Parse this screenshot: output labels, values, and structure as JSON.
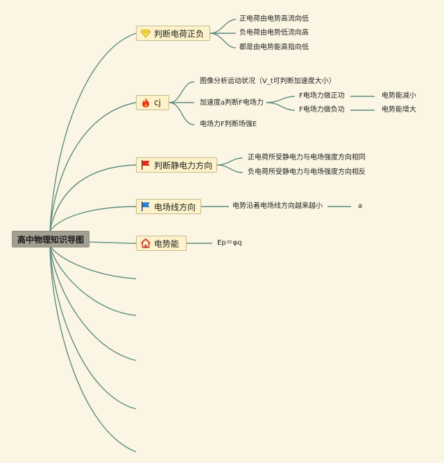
{
  "root": {
    "label": "高中物理知识导图"
  },
  "topics": [
    {
      "label": "判断电荷正负",
      "icon": "diamond-icon",
      "children": [
        {
          "label": "正电荷由电势高流向低"
        },
        {
          "label": "负电荷由电势低流向高"
        },
        {
          "label": "都是由电势能高指向低"
        }
      ]
    },
    {
      "label": "cj",
      "icon": "fire-icon",
      "children": [
        {
          "label": "图像分析运动状况（V_t可判断加速度大小）"
        },
        {
          "label": "加速度a判断F电场力",
          "children": [
            {
              "label": "F电场力做正功",
              "children": [
                {
                  "label": "电势能减小"
                }
              ]
            },
            {
              "label": "F电场力做负功",
              "children": [
                {
                  "label": "电势能增大"
                }
              ]
            }
          ]
        },
        {
          "label": "电场力F判断场强E"
        }
      ]
    },
    {
      "label": "判断静电力方向",
      "icon": "red-flag-icon",
      "children": [
        {
          "label": "正电荷所受静电力与电场强度方向相同"
        },
        {
          "label": "负电荷所受静电力与电场强度方向相反"
        }
      ]
    },
    {
      "label": "电场线方向",
      "icon": "blue-flag-icon",
      "children": [
        {
          "label": "电势沿着电场线方向越来越小",
          "children": [
            {
              "label": "a"
            }
          ]
        }
      ]
    },
    {
      "label": "电势能",
      "icon": "home-icon",
      "children": [
        {
          "label": "Ep＝φq"
        }
      ]
    }
  ],
  "colors": {
    "line": "#5e8b80",
    "background": "#fbf6e3",
    "topic_fill": "#fdf2c9",
    "root_fill": "#a39f92"
  }
}
